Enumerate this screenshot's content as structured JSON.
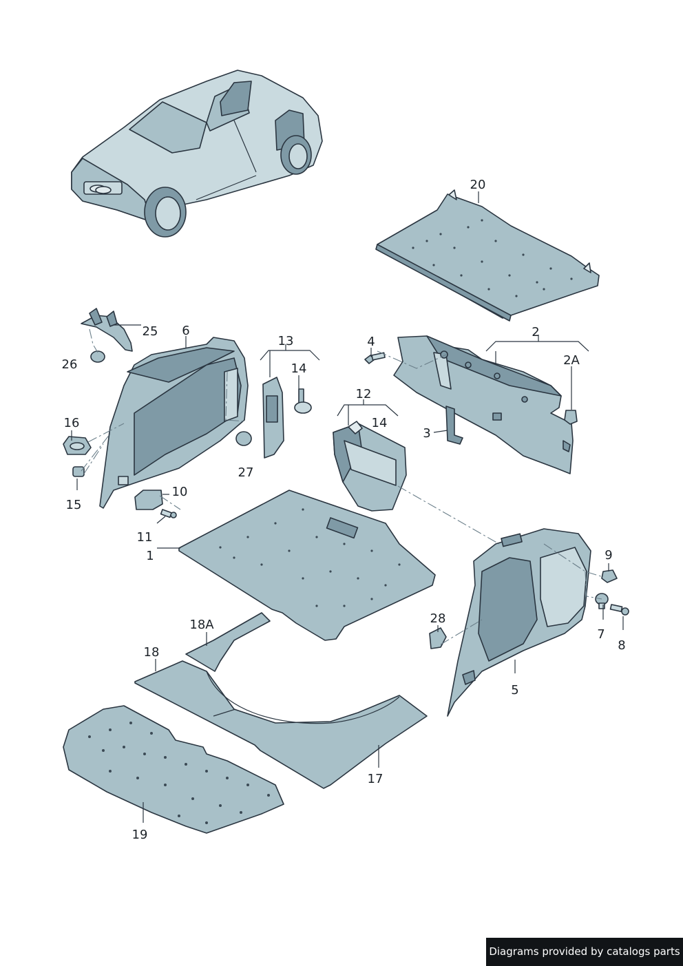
{
  "callouts": [
    {
      "id": "1",
      "label": "1"
    },
    {
      "id": "2",
      "label": "2"
    },
    {
      "id": "2A",
      "label": "2A"
    },
    {
      "id": "3",
      "label": "3"
    },
    {
      "id": "4",
      "label": "4"
    },
    {
      "id": "5",
      "label": "5"
    },
    {
      "id": "6",
      "label": "6"
    },
    {
      "id": "7",
      "label": "7"
    },
    {
      "id": "8",
      "label": "8"
    },
    {
      "id": "9",
      "label": "9"
    },
    {
      "id": "10",
      "label": "10"
    },
    {
      "id": "11",
      "label": "11"
    },
    {
      "id": "12",
      "label": "12"
    },
    {
      "id": "13",
      "label": "13"
    },
    {
      "id": "14a",
      "label": "14"
    },
    {
      "id": "14b",
      "label": "14"
    },
    {
      "id": "15",
      "label": "15"
    },
    {
      "id": "16",
      "label": "16"
    },
    {
      "id": "17",
      "label": "17"
    },
    {
      "id": "18",
      "label": "18"
    },
    {
      "id": "18A",
      "label": "18A"
    },
    {
      "id": "19",
      "label": "19"
    },
    {
      "id": "20",
      "label": "20"
    },
    {
      "id": "25",
      "label": "25"
    },
    {
      "id": "26",
      "label": "26"
    },
    {
      "id": "27",
      "label": "27"
    },
    {
      "id": "28",
      "label": "28"
    }
  ],
  "credit": "Diagrams provided by catalogs parts",
  "colors": {
    "part_fill": "#a8c0c8",
    "part_shadow": "#7f9aa6",
    "outline": "#2a3540",
    "credit_bg": "#111417"
  }
}
